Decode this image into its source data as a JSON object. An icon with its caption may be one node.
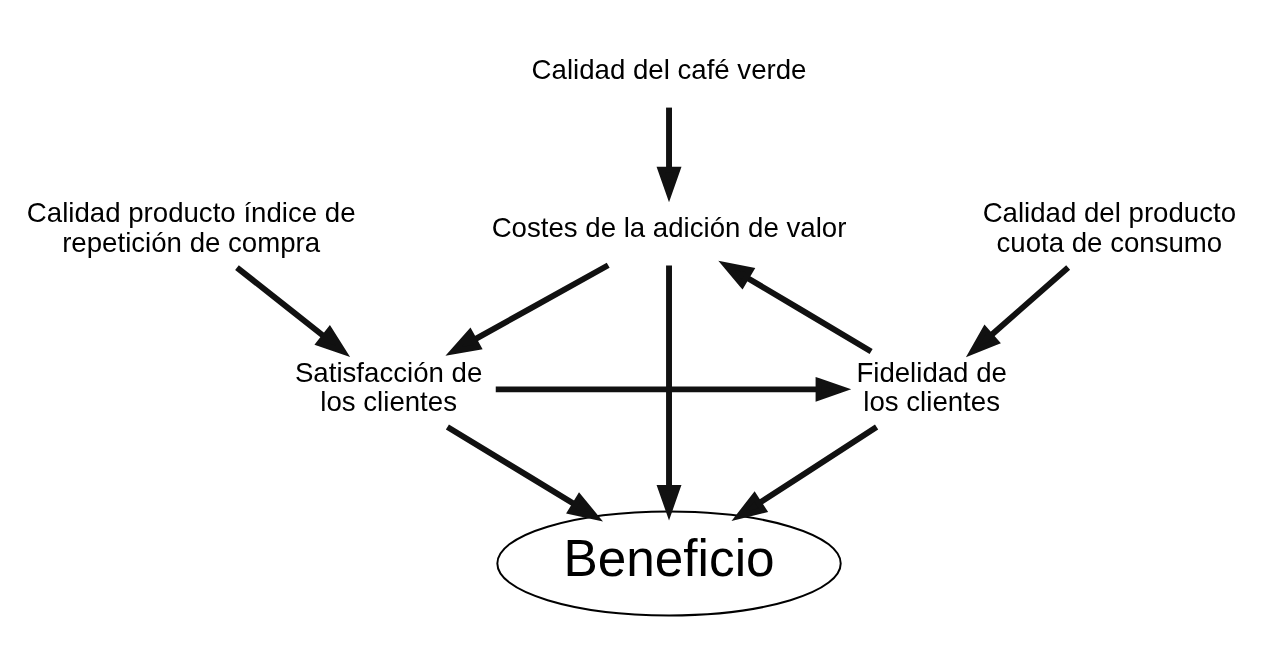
{
  "diagram": {
    "nodes": [
      {
        "text": [
          "Calidad del café verde"
        ]
      },
      {
        "text": [
          "Costes de la adición de valor"
        ]
      },
      {
        "text": [
          "Beneficio"
        ]
      },
      {
        "text": [
          "Fidelidad de los clientes"
        ]
      },
      {
        "text": [
          "Calidad del producto cuota de consumo"
        ]
      },
      {
        "text": [
          "Satisfacción de los clientes"
        ]
      },
      {
        "text": [
          "Calidad producto índice de repetición de compra"
        ]
      }
    ],
    "edges": [
      {
        "from": 0,
        "to": 1,
        "arrow": "to"
      },
      {
        "from": 1,
        "to": 2,
        "arrow": "to"
      },
      {
        "from": 3,
        "to": 1,
        "arrow": "to"
      },
      {
        "from": 1,
        "to": 5,
        "arrow": "to"
      },
      {
        "from": 3,
        "to": 2,
        "arrow": "to"
      },
      {
        "from": 5,
        "to": 2,
        "arrow": "to"
      },
      {
        "from": 5,
        "to": 3,
        "arrow": "to"
      },
      {
        "from": 4,
        "to": 3,
        "arrow": "to"
      },
      {
        "from": 6,
        "to": 5,
        "arrow": "to"
      }
    ]
  }
}
